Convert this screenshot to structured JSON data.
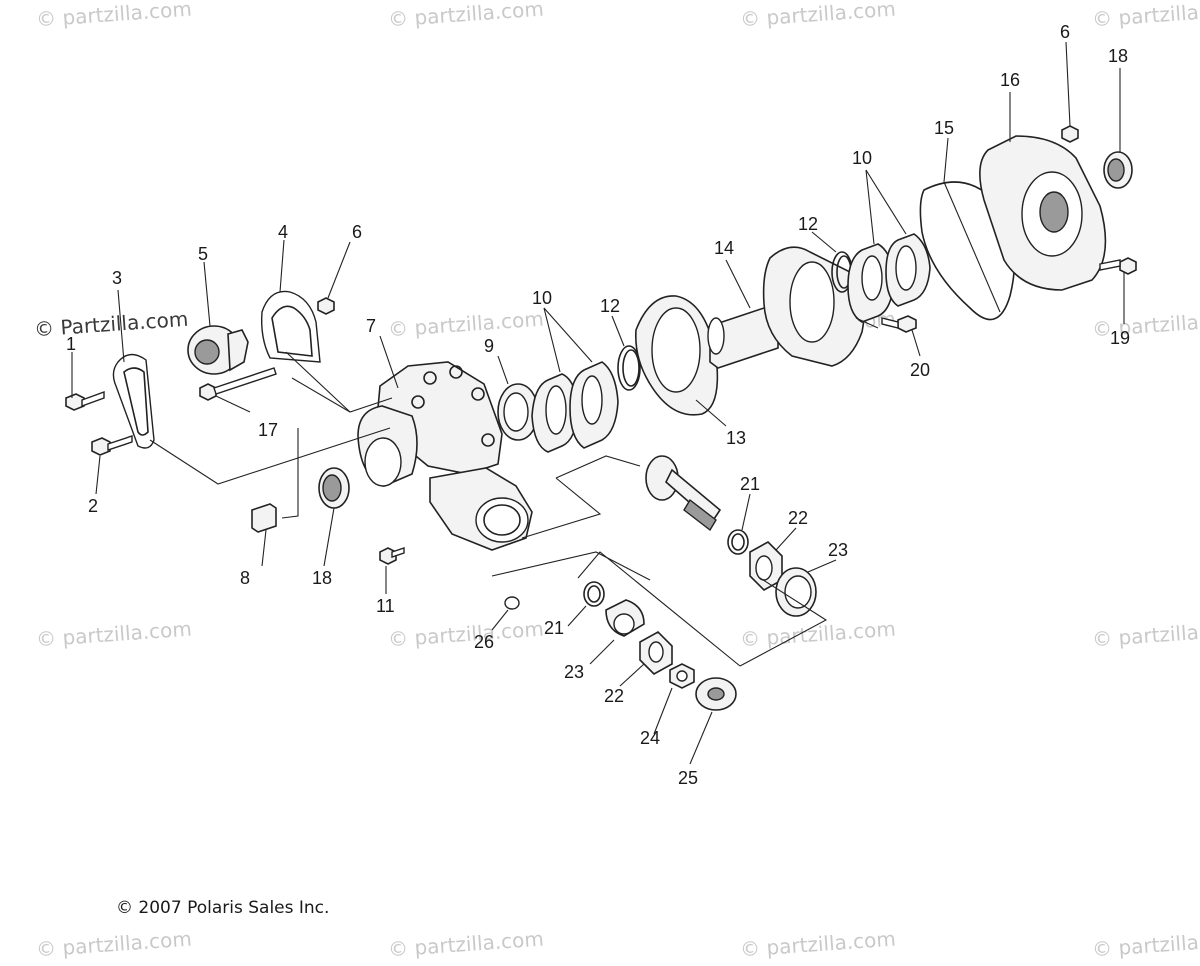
{
  "watermark": "© Partzilla.com",
  "watermark_lower": "© partzilla.com",
  "copyright": "© 2007 Polaris Sales Inc.",
  "callouts": [
    "1",
    "2",
    "3",
    "4",
    "5",
    "6",
    "7",
    "8",
    "9",
    "10",
    "11",
    "12",
    "13",
    "14",
    "15",
    "16",
    "17",
    "18",
    "19",
    "20",
    "21",
    "22",
    "23",
    "24",
    "25",
    "26"
  ],
  "callout_labels": {
    "c1": "1",
    "c2": "2",
    "c3": "3",
    "c4": "4",
    "c5": "5",
    "c6a": "6",
    "c6b": "6",
    "c7": "7",
    "c8": "8",
    "c9": "9",
    "c10a": "10",
    "c10b": "10",
    "c11": "11",
    "c12a": "12",
    "c12b": "12",
    "c13": "13",
    "c14": "14",
    "c15": "15",
    "c16": "16",
    "c17": "17",
    "c18a": "18",
    "c18b": "18",
    "c19": "19",
    "c20": "20",
    "c21a": "21",
    "c21b": "21",
    "c22a": "22",
    "c22b": "22",
    "c23a": "23",
    "c23b": "23",
    "c24": "24",
    "c25": "25",
    "c26": "26"
  }
}
